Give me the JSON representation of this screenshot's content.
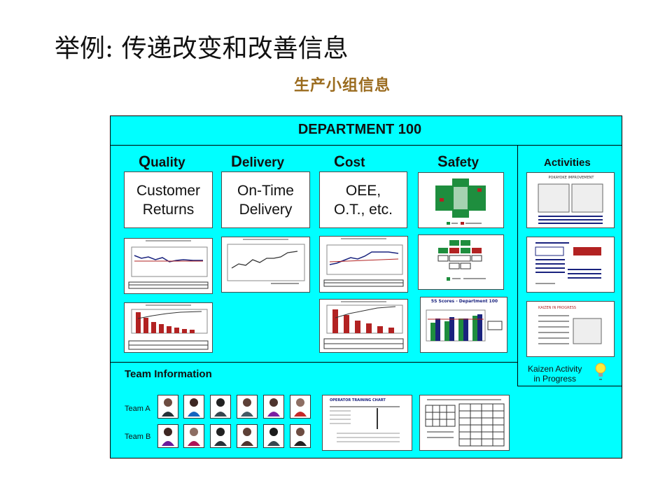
{
  "page": {
    "title": "举例: 传递改变和改善信息",
    "subtitle": "生产小组信息"
  },
  "board": {
    "department": "DEPARTMENT 100",
    "categories": [
      {
        "initial": "Q",
        "rest": "uality",
        "metric": "Customer\nReturns"
      },
      {
        "initial": "D",
        "rest": "elivery",
        "metric": "On-Time\nDelivery"
      },
      {
        "initial": "C",
        "rest": "ost",
        "metric": "OEE,\nO.T., etc."
      },
      {
        "initial": "S",
        "rest": "afety"
      }
    ],
    "activities_title": "Activities",
    "kaizen_label": "Kaizen Activity\nin Progress",
    "team_title": "Team Information",
    "teams": [
      "Team A",
      "Team B"
    ],
    "thumbnail_titles": {
      "five_s": "5S Scores - Department 100",
      "operator_training": "OPERATOR TRAINING CHART",
      "poka_yoke": "POKAYOKE IMPROVEMENT",
      "kaizen": "KAIZEN IN PROGRESS"
    }
  },
  "colors": {
    "board_bg": "#00ffff",
    "subtitle": "#9a6b1e",
    "bar_red": "#b22222",
    "chart_line": "#1a237e",
    "safety_green": "#1e8e3e"
  }
}
